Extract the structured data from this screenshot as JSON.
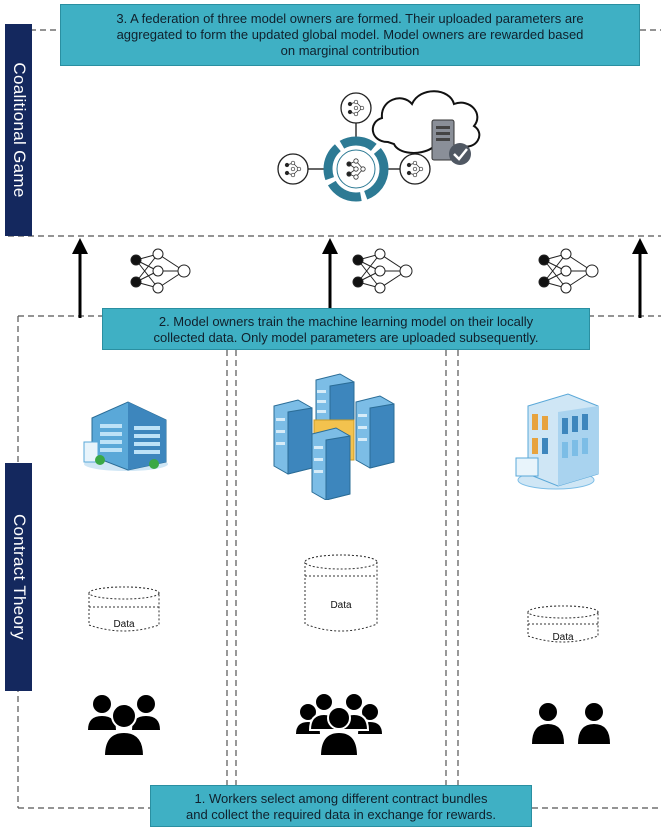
{
  "sidebars": {
    "coalitional_game": "Coalitional Game",
    "contract_theory": "Contract Theory"
  },
  "callouts": {
    "step3": [
      "3. A federation of three model owners are formed. Their uploaded parameters are",
      "aggregated to form the updated global model. Model owners are rewarded based",
      "on marginal contribution"
    ],
    "step2": [
      "2. Model owners train the machine learning model on their locally",
      "collected data. Only model parameters are uploaded subsequently."
    ],
    "step1": [
      "1. Workers select among different contract bundles",
      "and collect the required data in exchange for rewards."
    ]
  },
  "data_stores": {
    "left": "Data",
    "middle": "Data",
    "right": "Data"
  },
  "icons": {
    "neural_network": "neural-network-icon",
    "cloud": "cloud-icon",
    "server": "server-check-icon",
    "office_building": "office-building-icon",
    "data_center": "data-center-icon",
    "library": "library-building-icon",
    "workers": "people-group-icon"
  },
  "colors": {
    "sidebar": "#14285e",
    "callout": "#3fb0c4",
    "global_ring": "#2d7a94"
  }
}
